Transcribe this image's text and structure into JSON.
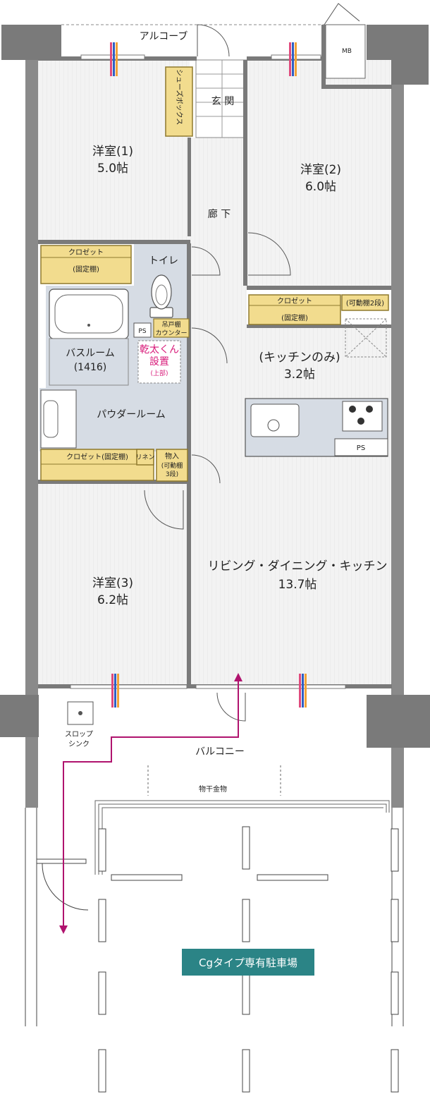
{
  "colors": {
    "wall": "#7a7a7a",
    "floor": "#f2f2f2",
    "wet": "#d6dce4",
    "storage": "#f2dc8e",
    "storage_edge": "#8f7a2e",
    "tile": "#e6e6e6",
    "route": "#b0136e",
    "badge": "#2b8486",
    "dry_text": "#d81b7a"
  },
  "labels": {
    "alcove": "アルコーブ",
    "mb": "MB",
    "shoe_box": "シューズボックス",
    "entrance": "玄 関",
    "bedroom1_name": "洋室(1)",
    "bedroom1_size": "5.0帖",
    "bedroom2_name": "洋室(2)",
    "bedroom2_size": "6.0帖",
    "bedroom3_name": "洋室(3)",
    "bedroom3_size": "6.2帖",
    "hallway": "廊 下",
    "toilet": "トイレ",
    "closet1_title": "クロゼット",
    "closet1_sub": "(固定棚)",
    "closet2_title": "クロゼット",
    "closet2_sub": "(固定棚)",
    "movable_shelf": "(可動棚2段)",
    "ps": "PS",
    "ps_kitchen": "PS",
    "hanging_cabinet": "吊戸棚",
    "counter": "カウンター",
    "bathroom": "バスルーム",
    "bathroom_size": "(1416)",
    "dryer_line1": "乾太くん",
    "dryer_line2": "設置",
    "dryer_line3": "(上部)",
    "kitchen_only": "(キッチンのみ)",
    "kitchen_size": "3.2帖",
    "powder_room": "パウダールーム",
    "closet3": "クロゼット(固定棚)",
    "linen": "リネン",
    "storage_title": "物入",
    "storage_sub1": "(可動棚",
    "storage_sub2": "3段)",
    "ldk_name": "リビング・ダイニング・キッチン",
    "ldk_size": "13.7帖",
    "balcony": "バルコニー",
    "slop_sink1": "スロップ",
    "slop_sink2": "シンク",
    "laundry_hanger": "物干金物",
    "parking": "Cgタイプ専有駐車場"
  }
}
